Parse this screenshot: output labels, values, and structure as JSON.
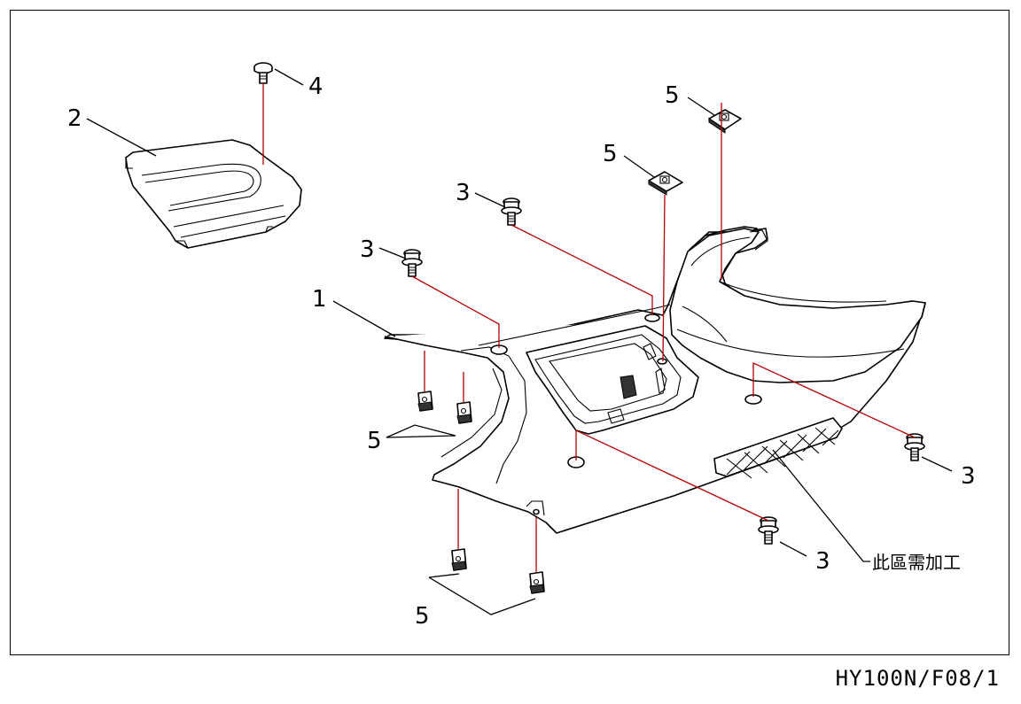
{
  "callouts": {
    "part1": "1",
    "part2": "2",
    "part3": "3",
    "part4": "4",
    "part5": "5"
  },
  "note": "此區需加工",
  "drawing_code": "HY100N/F08/1"
}
